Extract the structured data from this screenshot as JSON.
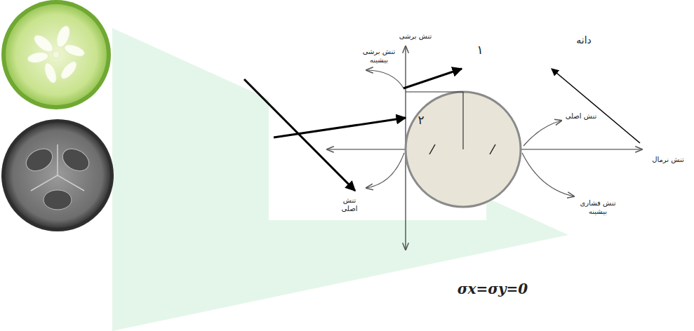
{
  "diagram": {
    "labels": [
      "تنش برشی",
      "۱",
      "دانه",
      "تنش برشی بیشینه",
      "۲",
      "تنش اصلی",
      "تنش نرمال",
      "تنش اصلی",
      "تنش فشاری بیشینه",
      "σx=σy=0"
    ]
  }
}
